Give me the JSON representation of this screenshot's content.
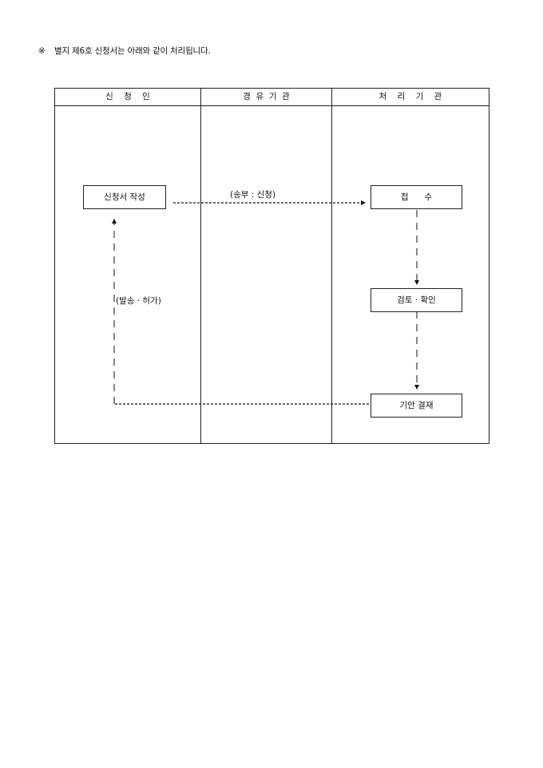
{
  "note": {
    "mark": "※",
    "text": "별지 제6호 신청서는 아래와 같이 처리됩니다."
  },
  "columns": [
    "신    청    인",
    "경  유  기  관",
    "처    리    기    관"
  ],
  "boxes": {
    "write": "신청서 작성",
    "receive": "접      수",
    "review": "검토 · 확인",
    "approve": "기안 결재"
  },
  "labels": {
    "send": "(송부 : 신청)",
    "return": "(발송 · 허가)"
  }
}
